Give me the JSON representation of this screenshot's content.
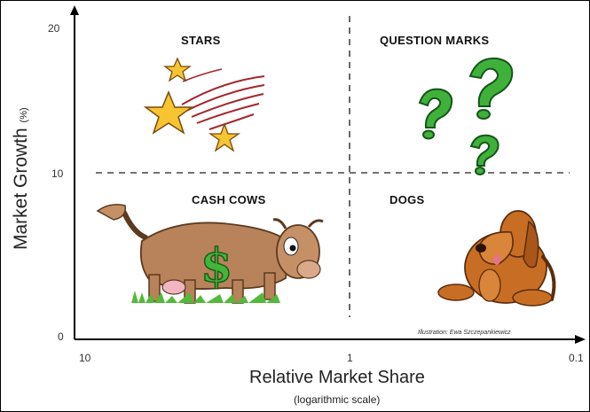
{
  "quadrants": {
    "stars": "STARS",
    "question_marks": "QUESTION MARKS",
    "cash_cows": "CASH COWS",
    "dogs": "DOGS"
  },
  "axes": {
    "y_label": "Market Growth",
    "y_unit": "(%)",
    "y_ticks": [
      "20",
      "10",
      "0"
    ],
    "x_label": "Relative Market Share",
    "x_sublabel": "(logarithmic scale)",
    "x_ticks": [
      "10",
      "1",
      "0.1"
    ]
  },
  "credit": "Illustration: Ewa Szczepankiewicz",
  "icons": {
    "stars": "shooting-stars-icon",
    "question_marks": "question-marks-icon",
    "cash_cows": "cow-icon",
    "dogs": "dog-icon"
  },
  "colors": {
    "star": "#f7c531",
    "question": "#3fb13a",
    "cow": "#b8825a",
    "dog": "#c86e24"
  }
}
